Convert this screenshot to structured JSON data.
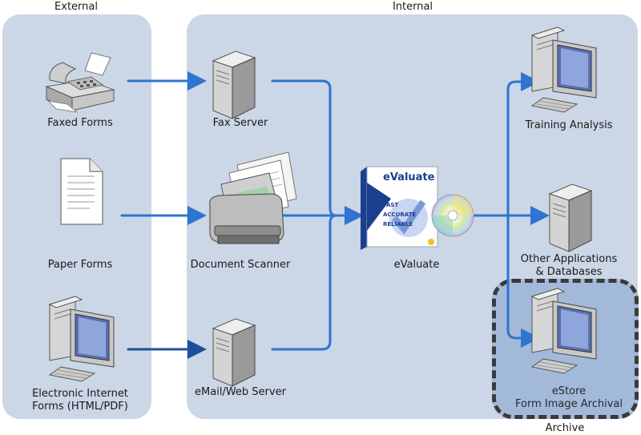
{
  "sections": {
    "external": "External",
    "internal": "Internal",
    "archive": "Archive"
  },
  "nodes": {
    "faxed_forms": "Faxed Forms",
    "paper_forms": "Paper Forms",
    "electronic_forms_line1": "Electronic Internet",
    "electronic_forms_line2": "Forms (HTML/PDF)",
    "fax_server": "Fax Server",
    "document_scanner": "Document Scanner",
    "email_server": "eMail/Web Server",
    "evaluate": "eValuate",
    "training_analysis": "Training Analysis",
    "other_apps_line1": "Other Applications",
    "other_apps_line2": "& Databases",
    "estore_line1": "eStore",
    "estore_line2": "Form Image Archival"
  },
  "product_box": {
    "brand": "eValuate",
    "features": [
      "FAST",
      "ACCURATE",
      "RELIABLE"
    ]
  },
  "colors": {
    "external_panel": "#cbd6e6",
    "internal_panel": "#cbd6e6",
    "archive_zone": "#a3b9d9",
    "arrow": "#2f74d0",
    "arrow_dark": "#1e4f9a"
  }
}
